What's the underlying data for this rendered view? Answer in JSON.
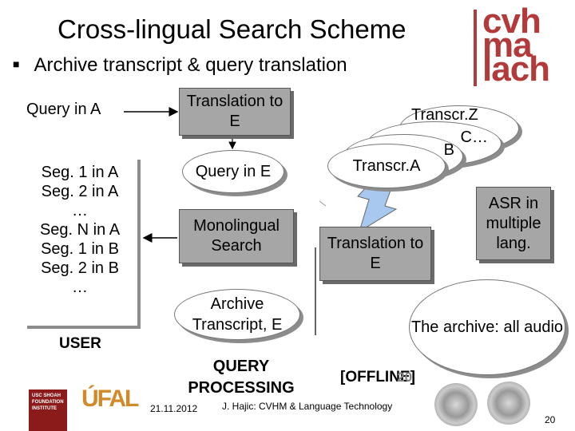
{
  "title": "Cross-lingual Search Scheme",
  "bullet": "Archive transcript & query translation",
  "logo": {
    "line1": "cvh",
    "line2": "ma",
    "line3": "lach"
  },
  "user_side": {
    "query_a": "Query in A",
    "segments": [
      "Seg. 1 in A",
      "Seg. 2 in A",
      "…",
      "Seg. N in A",
      "Seg. 1 in B",
      "Seg. 2 in B",
      "…"
    ],
    "user": "USER"
  },
  "processing": {
    "translation_top": "Translation to E",
    "query_e": "Query in E",
    "mono_search": "Monolingual Search",
    "archive_transcript": "Archive Transcript, E",
    "label": "QUERY PROCESSING"
  },
  "offline_side": {
    "transcr_z": "Transcr.Z",
    "c_dots": "C…",
    "b": "B",
    "transcr_a": "Transcr.A",
    "asr": "ASR in multiple lang.",
    "translation": "Translation to E",
    "archive": "The archive: all audio",
    "offline_label": "[OFFLINE]",
    "offline_idx": "20"
  },
  "footer": {
    "date": "21.11.2012",
    "center": "J. Hajic: CVHM & Language Technology",
    "page": "20"
  },
  "badges": {
    "usc": "USC SHOAH FOUNDATION INSTITUTE",
    "ufal": "ÚFAL"
  },
  "colors": {
    "logo": "#b23a3a",
    "box_gray": "#a6a6a6",
    "arrow_fill": "#a8c8f0"
  }
}
